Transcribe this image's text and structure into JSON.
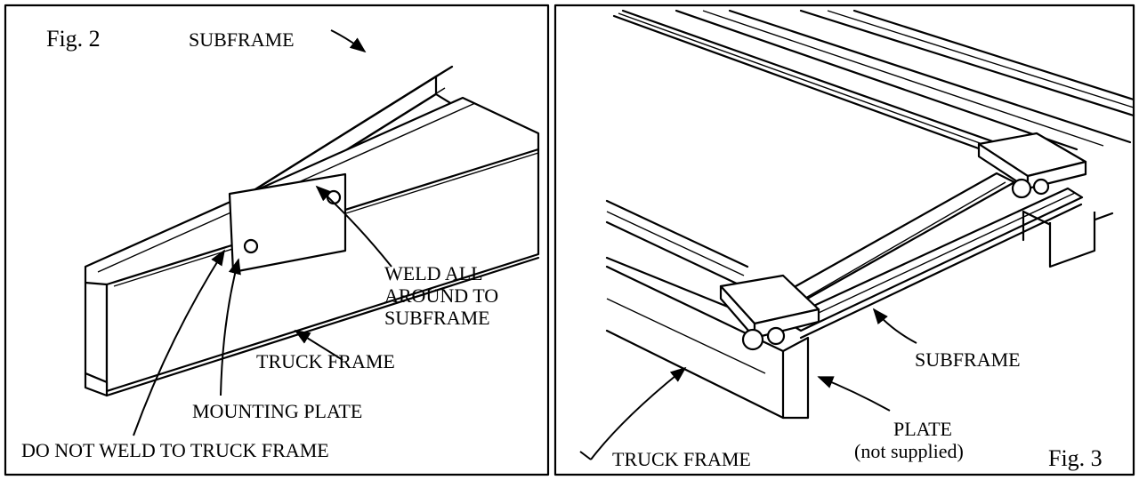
{
  "figures": {
    "fig2": {
      "title": "Fig. 2",
      "labels": {
        "subframe": "SUBFRAME",
        "weld_all_1": "WELD ALL",
        "weld_all_2": "AROUND TO",
        "weld_all_3": "SUBFRAME",
        "truck_frame": "TRUCK FRAME",
        "mounting_plate": "MOUNTING PLATE",
        "do_not_weld": "DO NOT WELD TO TRUCK FRAME"
      }
    },
    "fig3": {
      "title": "Fig. 3",
      "labels": {
        "subframe": "SUBFRAME",
        "plate_1": "PLATE",
        "plate_2": "(not supplied)",
        "truck_frame": "TRUCK FRAME"
      }
    }
  }
}
